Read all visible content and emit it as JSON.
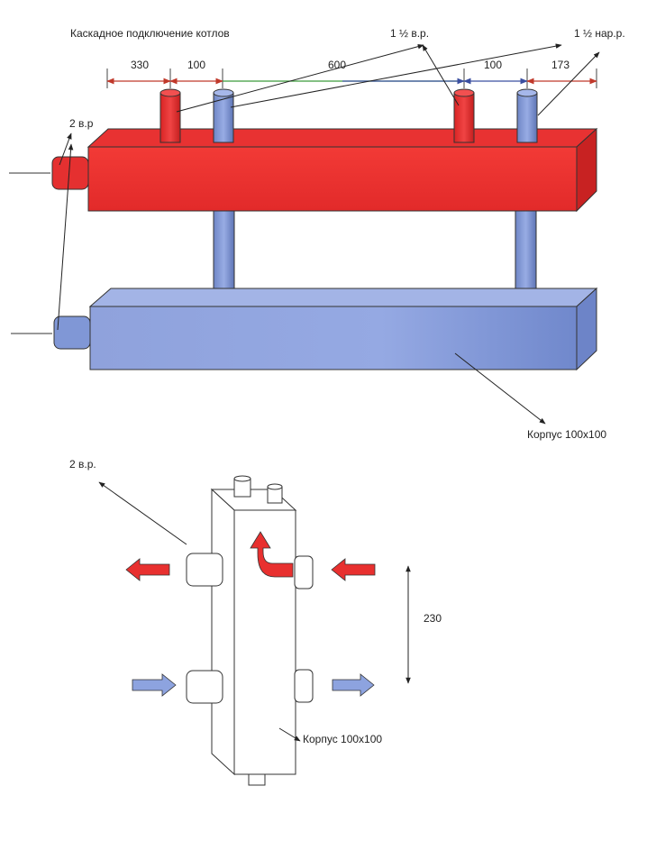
{
  "title": "Каскадное подключение котлов",
  "labels": {
    "top_inlet": "1 ½  в.р.",
    "top_outlet": "1 ½ нар.р.",
    "side_left_top": "2 в.р",
    "body_top": "Корпус  100х100",
    "side_view_top": "2 в.р.",
    "body_bottom": "Корпус  100х100",
    "height_dim": "230"
  },
  "dimensions": [
    "330",
    "100",
    "600",
    "100",
    "173"
  ],
  "colors": {
    "hot": "#e8302f",
    "hot_dark": "#b91c1c",
    "cold": "#7f9ad6",
    "cold_dark": "#4d63a8",
    "outline": "#333333"
  }
}
